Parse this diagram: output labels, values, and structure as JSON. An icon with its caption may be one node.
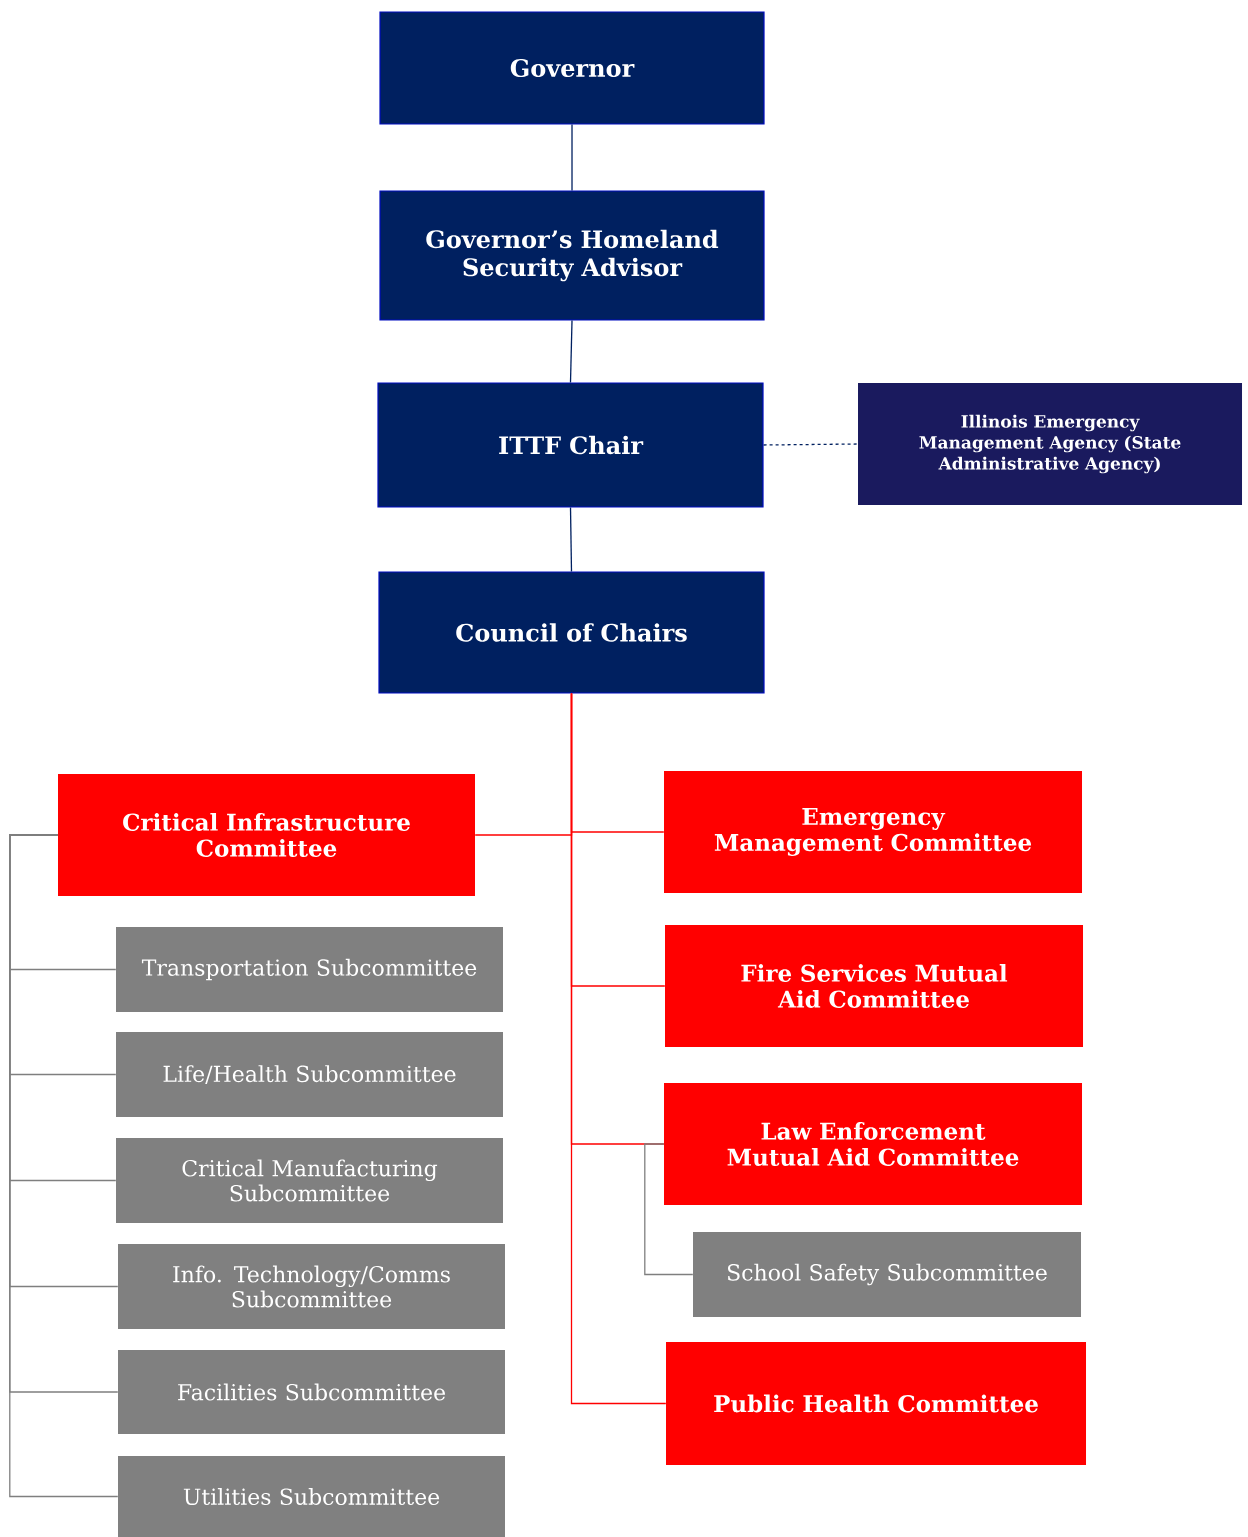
{
  "diagram": {
    "nodes": [
      {
        "text": [
          "Governor"
        ]
      },
      {
        "text": [
          "Governor’s Homeland Security Advisor"
        ]
      },
      {
        "text": [
          "ITTF Chair"
        ]
      },
      {
        "text": [
          "Illinois Emergency Management Agency (State Administrative Agency)"
        ]
      },
      {
        "text": [
          "Council of Chairs"
        ]
      },
      {
        "text": [
          "Critical Infrastructure Committee"
        ]
      },
      {
        "text": [
          "Transportation Subcommittee"
        ]
      },
      {
        "text": [
          "Life/Health Subcommittee"
        ]
      },
      {
        "text": [
          "Critical Manufacturing Subcommittee"
        ]
      },
      {
        "text": [
          "Info. Technology/Comms Subcommittee"
        ]
      },
      {
        "text": [
          "Facilities Subcommittee"
        ]
      },
      {
        "text": [
          "Utilities Subcommittee"
        ]
      },
      {
        "text": [
          "Emergency Management Committee"
        ]
      },
      {
        "text": [
          "Fire Services Mutual Aid Committee"
        ]
      },
      {
        "text": [
          "Law Enforcement Mutual Aid Committee"
        ]
      },
      {
        "text": [
          "School Safety Subcommittee"
        ]
      },
      {
        "text": [
          "Public Health Committee"
        ]
      }
    ],
    "edges": [
      {
        "from": 0,
        "to": 1,
        "arrow": "none",
        "color": "#002060"
      },
      {
        "from": 1,
        "to": 2,
        "arrow": "none",
        "color": "#002060"
      },
      {
        "from": 2,
        "to": 3,
        "arrow": "none",
        "style": "dashed",
        "color": "#002060"
      },
      {
        "from": 2,
        "to": 4,
        "arrow": "none",
        "color": "#002060"
      },
      {
        "from": 4,
        "to": 5,
        "arrow": "none",
        "color": "#ff0000"
      },
      {
        "from": 4,
        "to": 12,
        "arrow": "none",
        "color": "#ff0000"
      },
      {
        "from": 4,
        "to": 13,
        "arrow": "none",
        "color": "#ff0000"
      },
      {
        "from": 4,
        "to": 14,
        "arrow": "none",
        "color": "#ff0000"
      },
      {
        "from": 4,
        "to": 16,
        "arrow": "none",
        "color": "#ff0000"
      },
      {
        "from": 5,
        "to": 6,
        "arrow": "none"
      },
      {
        "from": 5,
        "to": 7,
        "arrow": "none"
      },
      {
        "from": 5,
        "to": 8,
        "arrow": "none"
      },
      {
        "from": 5,
        "to": 9,
        "arrow": "none"
      },
      {
        "from": 5,
        "to": 10,
        "arrow": "none"
      },
      {
        "from": 5,
        "to": 11,
        "arrow": "none"
      },
      {
        "from": 14,
        "to": 15,
        "arrow": "none"
      }
    ]
  }
}
